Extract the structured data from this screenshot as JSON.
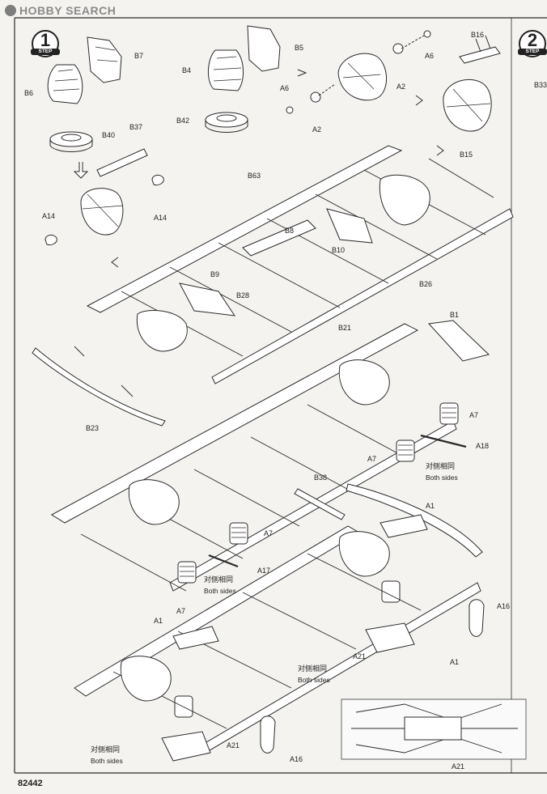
{
  "watermark": {
    "icon": "hobby-logo-icon",
    "text": "HOBBY SEARCH"
  },
  "page_code": "82442",
  "steps": [
    {
      "number": "1",
      "tag": "STEP"
    },
    {
      "number": "2",
      "tag": "STEP"
    }
  ],
  "part_labels": [
    "B7",
    "B6",
    "B40",
    "B5",
    "B4",
    "B42",
    "A6",
    "A2",
    "A6",
    "A2",
    "B16",
    "B37",
    "A14",
    "A14",
    "B33",
    "B63",
    "B15",
    "B8",
    "B10",
    "B9",
    "B28",
    "B26",
    "B21",
    "B1",
    "B23",
    "A7",
    "A18",
    "A7",
    "B38",
    "A1",
    "A7",
    "A17",
    "A7",
    "A16",
    "A1",
    "A21",
    "A1",
    "A21",
    "A16",
    "A21"
  ],
  "notes": [
    {
      "cn": "对侧相同",
      "en": "Both sides"
    },
    {
      "cn": "对侧相同",
      "en": "Both sides"
    },
    {
      "cn": "对侧相同",
      "en": "Both sides"
    },
    {
      "cn": "对侧相同",
      "en": "Both sides"
    }
  ]
}
